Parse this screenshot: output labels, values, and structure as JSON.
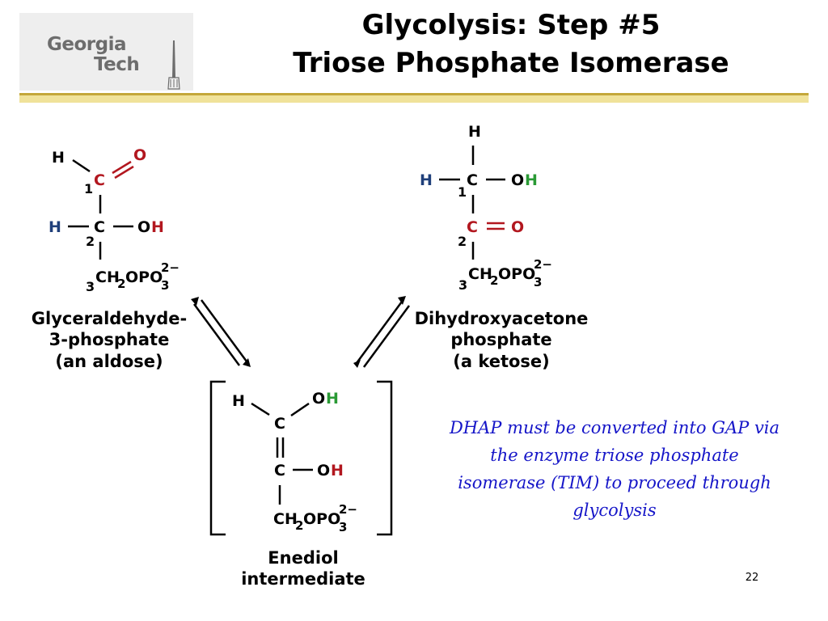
{
  "logo": {
    "line1": "Georgia",
    "line2": "Tech"
  },
  "title": {
    "line1": "Glycolysis: Step #5",
    "line2": "Triose Phosphate Isomerase"
  },
  "molecules": {
    "gap": {
      "name_lines": [
        "Glyceraldehyde-",
        "3-phosphate",
        "(an aldose)"
      ],
      "atoms": {
        "h_top": "H",
        "c1": "C",
        "o1": "O",
        "num1": "1",
        "h_left": "H",
        "c2": "C",
        "o2": "O",
        "h2": "H",
        "num2": "2",
        "num3": "3",
        "ch2": "CH",
        "sub2": "2",
        "opo": "OPO",
        "sub3": "3",
        "charge": "2−"
      }
    },
    "dhap": {
      "name_lines": [
        "Dihydroxyacetone",
        "phosphate",
        "(a ketose)"
      ],
      "atoms": {
        "h_top": "H",
        "h_left": "H",
        "c1": "C",
        "o1": "O",
        "h1": "H",
        "num1": "1",
        "c2": "C",
        "o2": "O",
        "num2": "2",
        "num3": "3",
        "ch2": "CH",
        "sub2": "2",
        "opo": "OPO",
        "sub3": "3",
        "charge": "2−"
      }
    },
    "enediol": {
      "name_lines": [
        "Enediol",
        "intermediate"
      ],
      "atoms": {
        "h_top": "H",
        "c1": "C",
        "o1": "O",
        "h1": "H",
        "c2": "C",
        "o2": "O",
        "h2": "H",
        "ch2": "CH",
        "sub2": "2",
        "opo": "OPO",
        "sub3": "3",
        "charge": "2−"
      }
    }
  },
  "note": "DHAP must be converted into GAP via the enzyme triose phosphate isomerase (TIM) to proceed through glycolysis",
  "page_number": "22",
  "colors": {
    "carbonyl_red": "#b2171f",
    "hydrogen_blue": "#1f3f7a",
    "hydrogen_green": "#2a9a35",
    "note_blue": "#1515c8",
    "rule_gold": "#c4a73a",
    "rule_light": "#f0e29a"
  }
}
